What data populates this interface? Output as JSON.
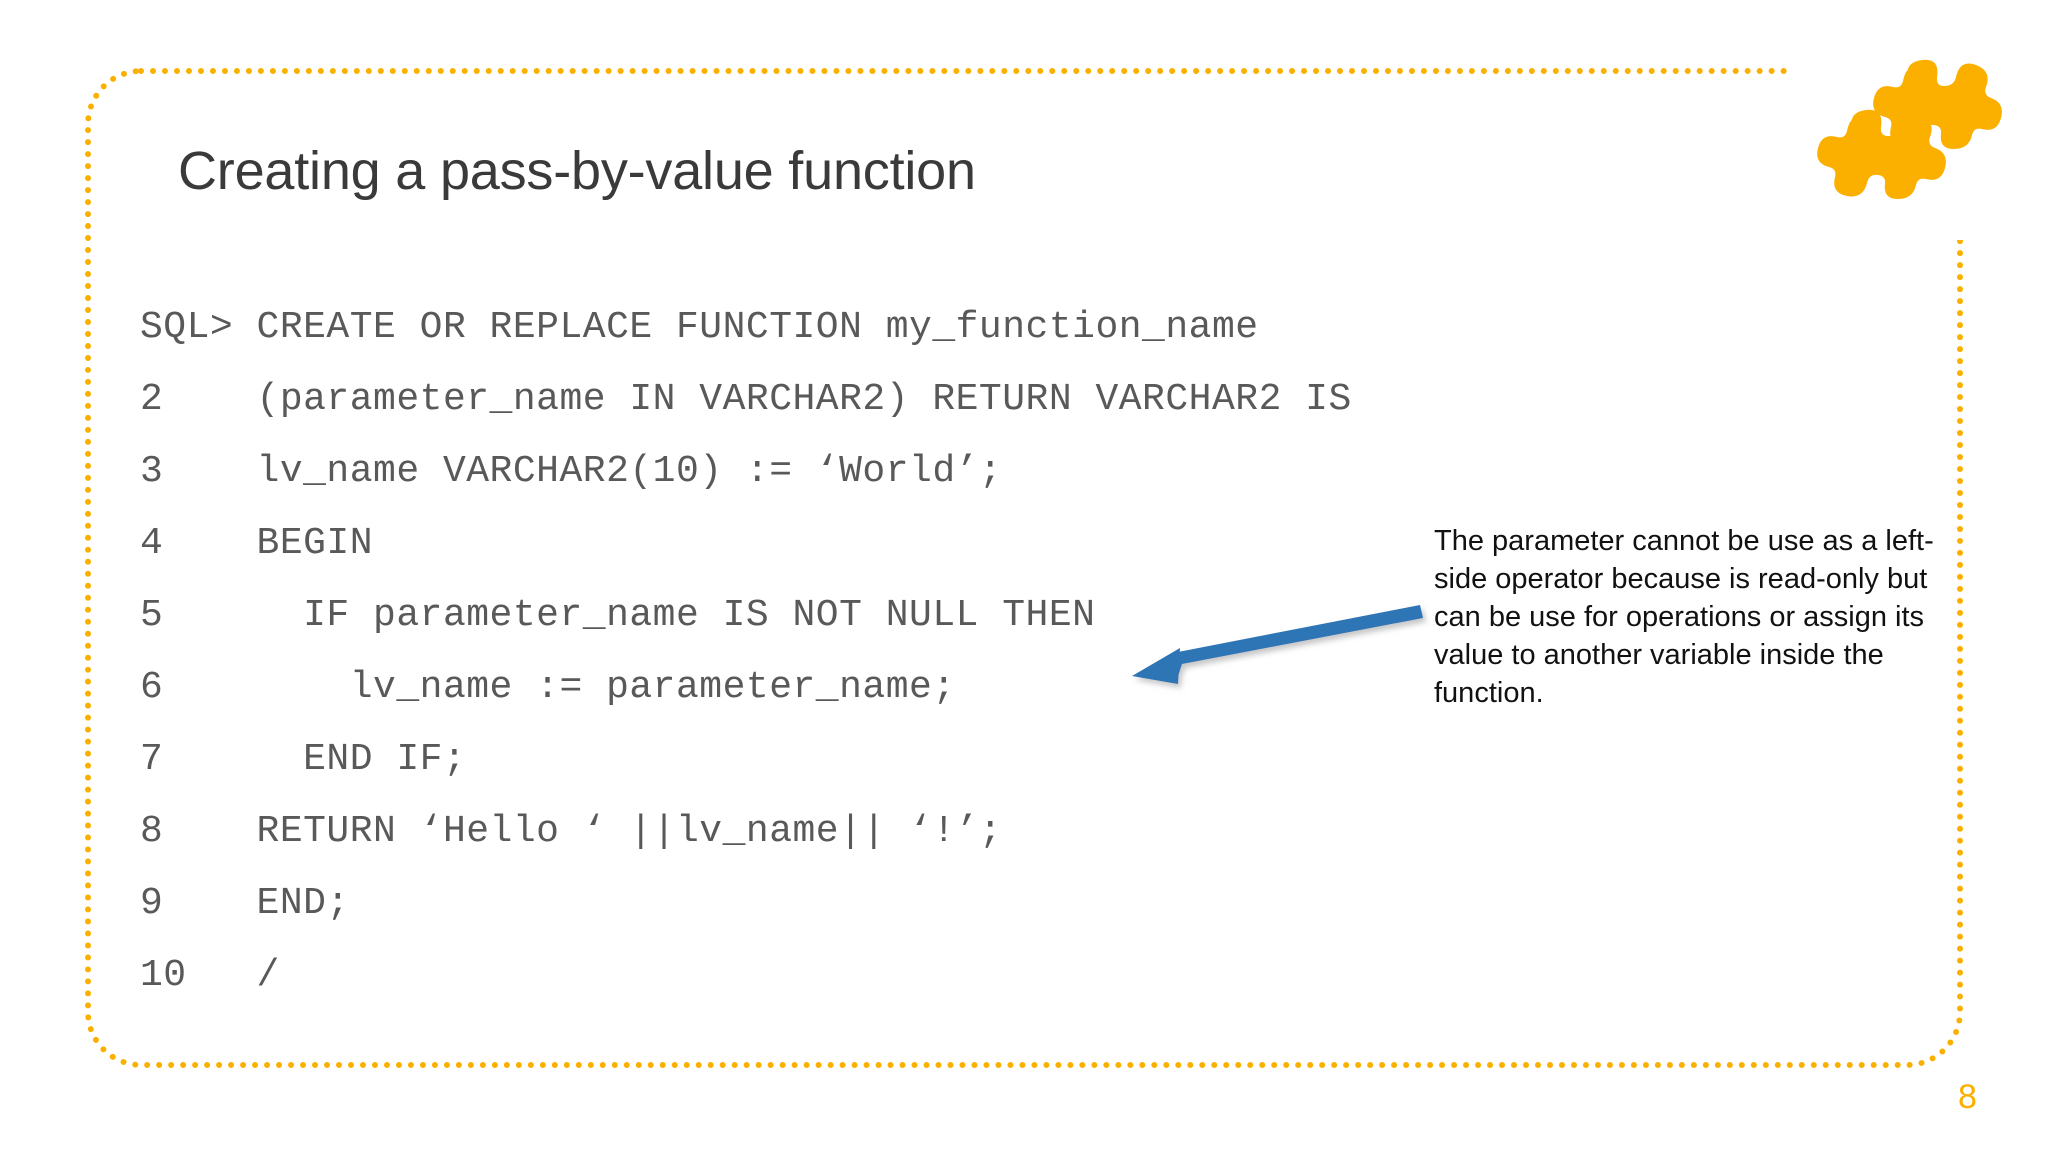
{
  "slide": {
    "title": "Creating a pass-by-value function",
    "page_number": "8",
    "accent_color": "#FBB000",
    "title_color": "#3A3A3A",
    "code_color": "#595959",
    "arrow_color": "#2E75B6",
    "background": "#FFFFFF"
  },
  "icons": {
    "puzzle": "puzzle-pieces-icon",
    "arrow": "callout-arrow-icon"
  },
  "code_block": {
    "language": "sql",
    "lines": [
      {
        "gutter": "SQL>",
        "text": " CREATE OR REPLACE FUNCTION my_function_name"
      },
      {
        "gutter": "2",
        "text": "    (parameter_name IN VARCHAR2) RETURN VARCHAR2 IS"
      },
      {
        "gutter": "3",
        "text": "    lv_name VARCHAR2(10) := ‘World’;"
      },
      {
        "gutter": "4",
        "text": "    BEGIN"
      },
      {
        "gutter": "5",
        "text": "      IF parameter_name IS NOT NULL THEN"
      },
      {
        "gutter": "6",
        "text": "        lv_name := parameter_name;"
      },
      {
        "gutter": "7",
        "text": "      END IF;"
      },
      {
        "gutter": "8",
        "text": "    RETURN ‘Hello ‘ ||lv_name|| ‘!’;"
      },
      {
        "gutter": "9",
        "text": "    END;"
      },
      {
        "gutter": "10",
        "text": "   /"
      }
    ],
    "full_lines": [
      "SQL> CREATE OR REPLACE FUNCTION my_function_name",
      "2    (parameter_name IN VARCHAR2) RETURN VARCHAR2 IS",
      "3    lv_name VARCHAR2(10) := ‘World’;",
      "4    BEGIN",
      "5      IF parameter_name IS NOT NULL THEN",
      "6        lv_name := parameter_name;",
      "7      END IF;",
      "8    RETURN ‘Hello ‘ ||lv_name|| ‘!’;",
      "9    END;",
      "10   /"
    ]
  },
  "annotation": {
    "text": "The parameter cannot be use as a left-side operator because is read-only but can be use for operations or assign its value to another variable inside the function."
  }
}
